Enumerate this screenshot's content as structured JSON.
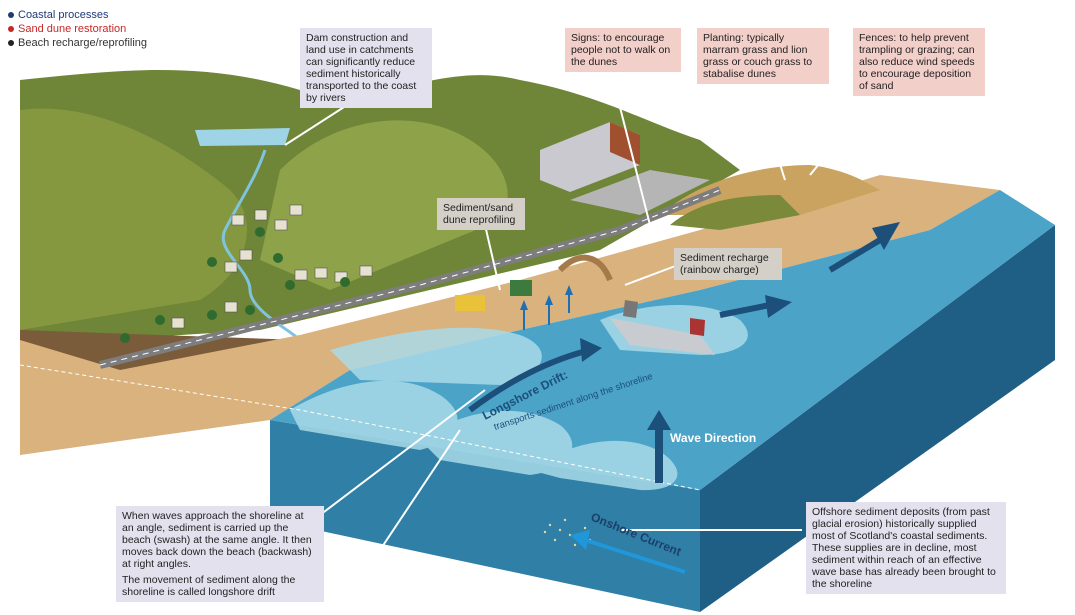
{
  "legend": {
    "items": [
      {
        "label": "Coastal processes",
        "color": "#1f3a7a"
      },
      {
        "label": "Sand dune restoration",
        "color": "#c62828"
      },
      {
        "label": "Beach recharge/reprofiling",
        "color": "#222222"
      }
    ]
  },
  "callouts": {
    "dam": "Dam construction and land use in catchments can significantly reduce sediment historically transported to the coast by rivers",
    "signs": "Signs: to encourage people not to walk on the dunes",
    "planting": "Planting: typically marram grass and lion grass or couch grass to stabalise dunes",
    "fences": "Fences: to help prevent trampling or grazing; can also reduce wind speeds to encourage deposition of sand",
    "reprofiling": "Sediment/sand dune reprofiling",
    "recharge": "Sediment recharge (rainbow charge)",
    "waves_note": "When waves approach the shoreline at an angle, sediment is carried up the beach (swash) at the same angle. It then moves back down the beach (backwash) at right angles.",
    "longshore_note": "The movement of sediment along the shoreline is called longshore drift",
    "offshore": "Offshore sediment deposits (from past glacial erosion) historically supplied most of Scotland's coastal sediments. These supplies are in decline, most sediment within reach of an effective wave base has already been brought to the shoreline"
  },
  "labels": {
    "longshore_title": "Longshore Drift:",
    "longshore_sub": "transports sediment along the shoreline",
    "wave_direction": "Wave Direction",
    "onshore_current": "Onshore Current"
  },
  "colors": {
    "sea": "#3f8fb0",
    "sea_dark": "#1e5f82",
    "hill": "#7a8f3a",
    "sand": "#dcb98a",
    "arrow": "#1c4f7a"
  }
}
